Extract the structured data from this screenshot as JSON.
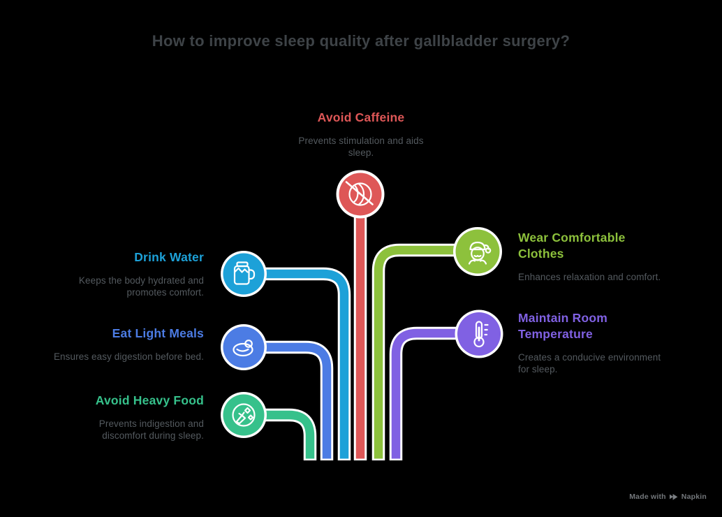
{
  "title": "How to improve sleep quality after gallbladder surgery?",
  "palette": {
    "background": "#000000",
    "line_casing": "#ffffff",
    "title_color": "#3e4347",
    "description_color": "#545a5f",
    "watermark_color": "#73777b"
  },
  "nodes": [
    {
      "id": "avoid-caffeine",
      "heading": "Avoid Caffeine",
      "description": "Prevents stimulation and aids\nsleep.",
      "color": "#de5757",
      "icon": "no-caffeine-icon"
    },
    {
      "id": "drink-water",
      "heading": "Drink Water",
      "description": "Keeps the body hydrated and\npromotes comfort.",
      "color": "#1da1d8",
      "icon": "water-jar-icon"
    },
    {
      "id": "eat-light-meals",
      "heading": "Eat Light Meals",
      "description": "Ensures easy digestion before bed.",
      "color": "#4c7ce4",
      "icon": "steak-plate-icon"
    },
    {
      "id": "avoid-heavy-food",
      "heading": "Avoid Heavy Food",
      "description": "Prevents indigestion and\ndiscomfort during sleep.",
      "color": "#36c18b",
      "icon": "vegetables-icon"
    },
    {
      "id": "wear-comfortable-clothes",
      "heading": "Wear Comfortable\nClothes",
      "description": "Enhances relaxation and comfort.",
      "color": "#8dc13c",
      "icon": "sleep-cap-person-icon"
    },
    {
      "id": "maintain-room-temperature",
      "heading": "Maintain Room\nTemperature",
      "description": "Creates a conducive environment\nfor sleep.",
      "color": "#8061e3",
      "icon": "thermometer-icon"
    }
  ],
  "watermark": {
    "prefix": "Made with",
    "brand": "Napkin"
  }
}
